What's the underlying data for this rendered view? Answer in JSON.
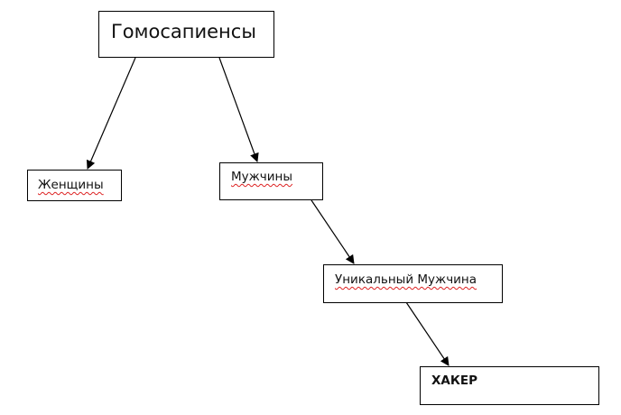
{
  "nodes": {
    "root": {
      "label": "Гомосапиенсы"
    },
    "women": {
      "label": "Женщины"
    },
    "men": {
      "label": "Мужчины"
    },
    "unique_man": {
      "label": "Уникальный Мужчина"
    },
    "hacker": {
      "label": "ХАКЕР"
    }
  },
  "edges": [
    {
      "from": "root",
      "to": "women"
    },
    {
      "from": "root",
      "to": "men"
    },
    {
      "from": "men",
      "to": "unique_man"
    },
    {
      "from": "unique_man",
      "to": "hacker"
    }
  ]
}
